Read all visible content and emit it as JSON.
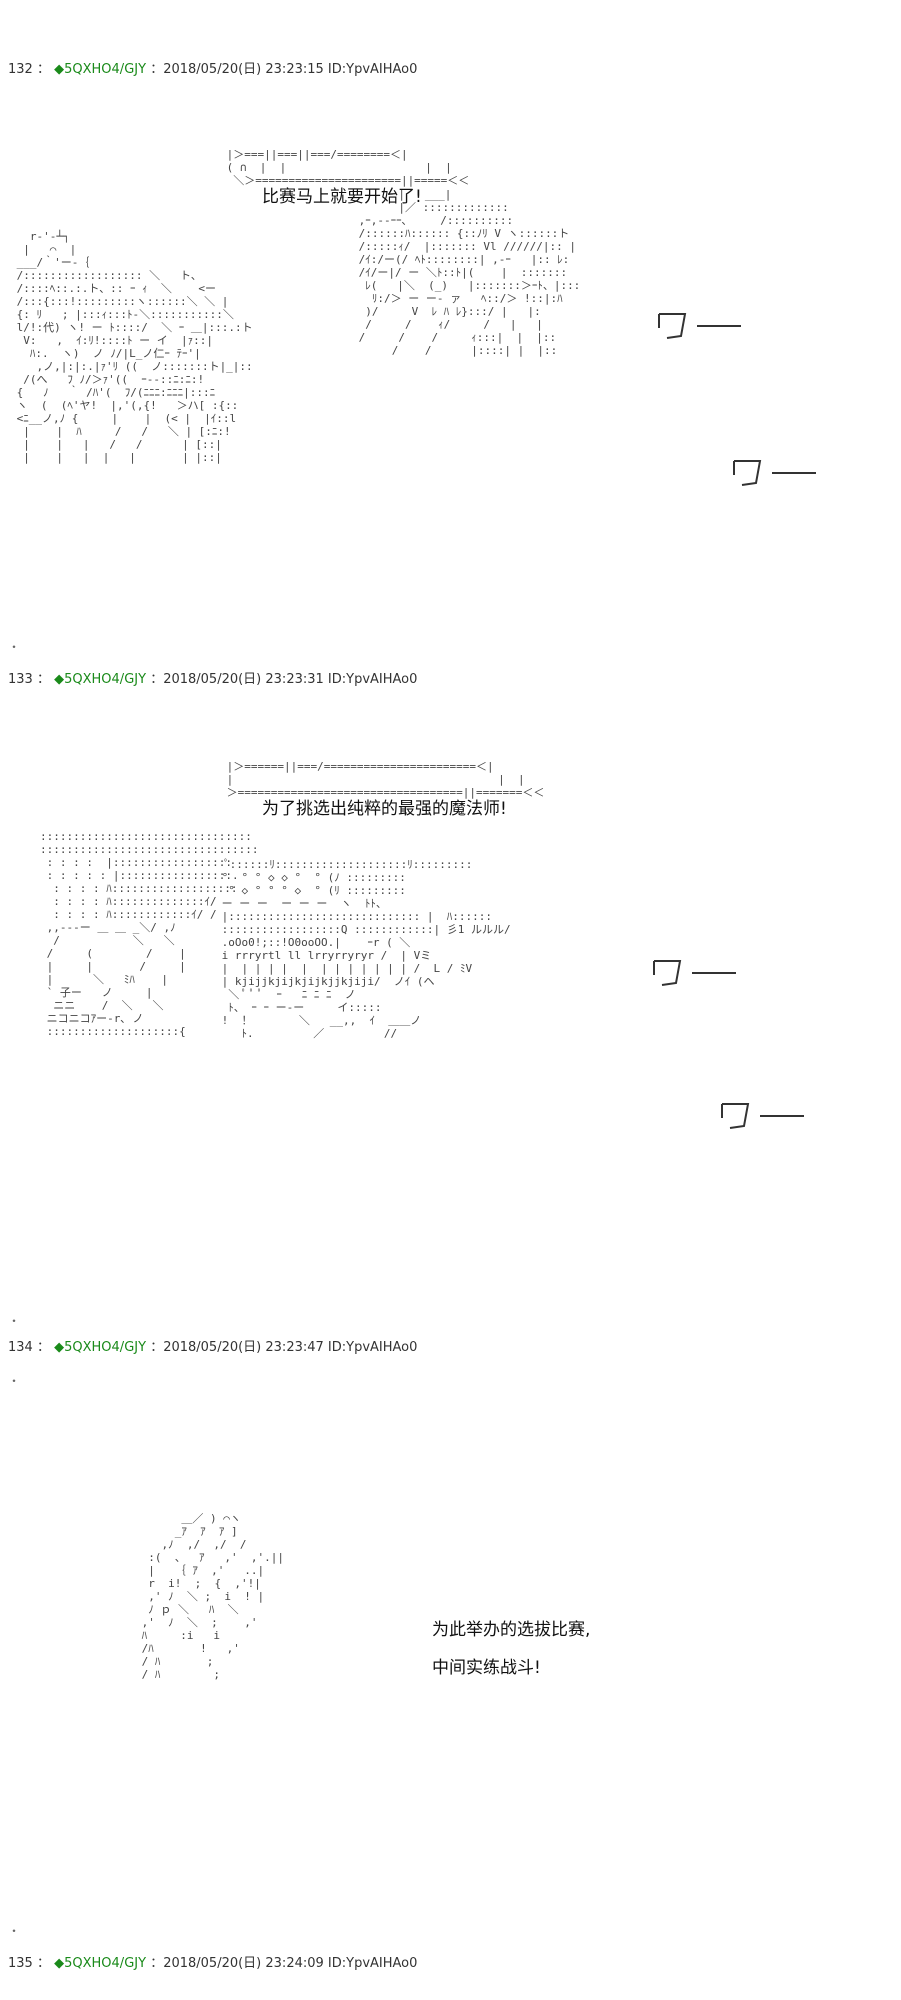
{
  "posts": [
    {
      "number": "132",
      "sep": "：",
      "trip": "◆5QXHO4/GJY",
      "date": "：2018/05/20(日) 23:23:15 ID:YpvAIHAo0",
      "caption": "比赛马上就要开始了!"
    },
    {
      "number": "133",
      "sep": "：",
      "trip": "◆5QXHO4/GJY",
      "date": "：2018/05/20(日) 23:23:31 ID:YpvAIHAo0",
      "caption": "为了挑选出纯粹的最强的魔法师!"
    },
    {
      "number": "134",
      "sep": "：",
      "trip": "◆5QXHO4/GJY",
      "date": "：2018/05/20(日) 23:23:47 ID:YpvAIHAo0",
      "speech_lines": [
        "为此举办的选拔比赛,",
        "中间实练战斗!"
      ]
    },
    {
      "number": "135",
      "sep": "：",
      "trip": "◆5QXHO4/GJY",
      "date": "：2018/05/20(日) 23:24:09 ID:YpvAIHAo0"
    }
  ],
  "separator_dot": "・",
  "sfx_icon": "wa-sound-effect-icon",
  "colors": {
    "trip": "#1a8a1a",
    "text": "#222222",
    "art": "#444444"
  },
  "art": {
    "a1": " |＞===||===||===/========＜|\n ( ∩  |  |                     |  |\n  ＼＞======================||=====＜＜",
    "a2": "   r‐'‐┴┐\n  |   ⌒  |\n ___/｀'ー-｛\n /:::::::::::::::::: ＼   ト、\n /::::ﾍ::.:.ト、:: ｰ ｨ  ＼    <ー\n /:::{:::!:::::::::ヽ::::::＼ ＼ |\n {: ﾘ   ; |:::ｨ:::ﾄ-＼:::::::::::＼\n l/!:代) ヽ! ー ﾄ::::/  ＼ ｰ ＿|:::.:ト\n  V:   ,  ｲ:ﾘ!::::ﾄ ー イ  |ｧ::| \n   ﾊ:.  ヽ)  ノ ﾉ/|L_ノ仁ｰ ﾃｰ'|\n    ,ノ,|:|:.|ｧ'ﾘ ((  ノ:::::::ト|_|::\n  /(へ   ﾌ ﾉ/＞ｧ'((  ｰ-‐::ﾆ:ﾆ:!\n {   ﾉ   ｀ /ﾊ'(  ﾌ/(ﾆﾆﾆ:ﾆﾆﾆ|:::ﾆ\n ヽ  (  (ﾍ'ヤ!  |,'(,{!   ＞ハ[ :{::\n <ﾆ__ノ,ﾉ {     |    |  (< |  |ｲ::l\n  |    |  ﾊ     /   /   ＼ | [:ﾆ:!\n  |    |   |   /   /      | [::|\n  |    |   |  |   |       | |::|",
    "a3": "       |   ___|\n       |／ :::::::::::::\n ,ｰ,-‐ｰｰ､     /::::::::::\n /::::::ﾊ:::::: {::ﾉﾘ V ヽ::::::ト\n /:::::ｨ/  |::::::: Vl //////|:: |\n /ｲ:/ー(/ ﾍﾄ::::::::| ,-ｰ   |:: ﾚ:\n /ｲ/ー|/ ー ＼ﾄ::ﾄ|(    |  :::::::\n  ﾚ(   |＼  (_)   |:::::::＞ｰﾄ、|:::\n   ﾘ:/＞ ー ー- ァ   ﾍ::/＞ !::|:ﾊ\n  )/     V  ﾚ ﾊ ﾚ}:::/ |   |:\n  /     /    ｨ/     /   |   |\n /     /    /     ｨ:::|  |  |::\n      /    /      |::::| |  |::",
    "b1": " |＞======||===/=======================＜|\n |                                        |  |\n ＞==================================||=======＜＜",
    "b2": "::::::::::::::::::::::::::::::::\n:::::::::::::::::::::::::::::::::\n : : : :  |::::::::::::::::::\n : : : : : |:::::::::::::::::.\n  : : : : ﾊ:::::::::::::::::::\n  : : : : ﾊ::::::::::::::ｲ/\n  : : : : ﾊ::::::::::::ｲ/ /\n ,,--‐ー ＿ ＿ _＼/ ,ﾉ\n  /           ＼   ＼\n /     (        /    |\n |     |       /     |\n |      ＼   ﾐﾊ    |\n ` 子ー   ノ     |\n  ニニ    /  ＼   ＼\n ニコニコｱー-r､ ノ\n ::::::::::::::::::::{",
    "b3": "  ﾟ::::::ﾘ::::::::::::::::::::ﾘ:::::::::\n °  ° ° ◇ ◇ °  ° (ﾉ :::::::::\n  ° ◇ ° ° ° ◇  ° (ﾘ :::::::::\n ー ー ー  ー ー ー  ヽ  ﾄﾄ、\n |::::::::::::::::::::::::::::: |  ﾊ::::::\n ::::::::::::::::::Q ::::::::::::| 彡1 ルルル/\n .oOo0!;::!O0ooOO.|    ｰr ( ＼\n i rrryrtl ll lrryrryryr /  | Vミ\n |  | | | |  |  | | | | | | | /  L / ﾐV\n | kjijjkjijkjijkjjkjiji/  ノｲ (ヘ\n  ＼ ﾟ ﾟ ﾟ  ｰ   ﾆ ﾆ ﾆ  ノ\n  ﾄ、 ｰ ｰ ー-ー     イ:::::\n !  ！       ＼   __,,  ｲ  ＿＿ノ\n    ﾄ.         ／         //",
    "c1": "       ＿／ ) ⌒ヽ\n      _ｱ  ｱ  ｱ ]\n    ,ﾉ  ,/  ,/  /\n  :(  、  ｱ   ,'  ,'.||\n  |   ｛ ｱ  ,'   ..|\n  r  i!  ;  {  ,'!|\n  ,' ﾉ  ＼ ;  i  ! |\n  ﾉ ｐ ＼   ﾊ  ＼  \n ,'  ﾉ  ＼  ;    ,'\n ﾊ     :i   i\n /ﾊ       !   ,'\n / ﾊ       ;  \n / ﾊ        ;"
  }
}
